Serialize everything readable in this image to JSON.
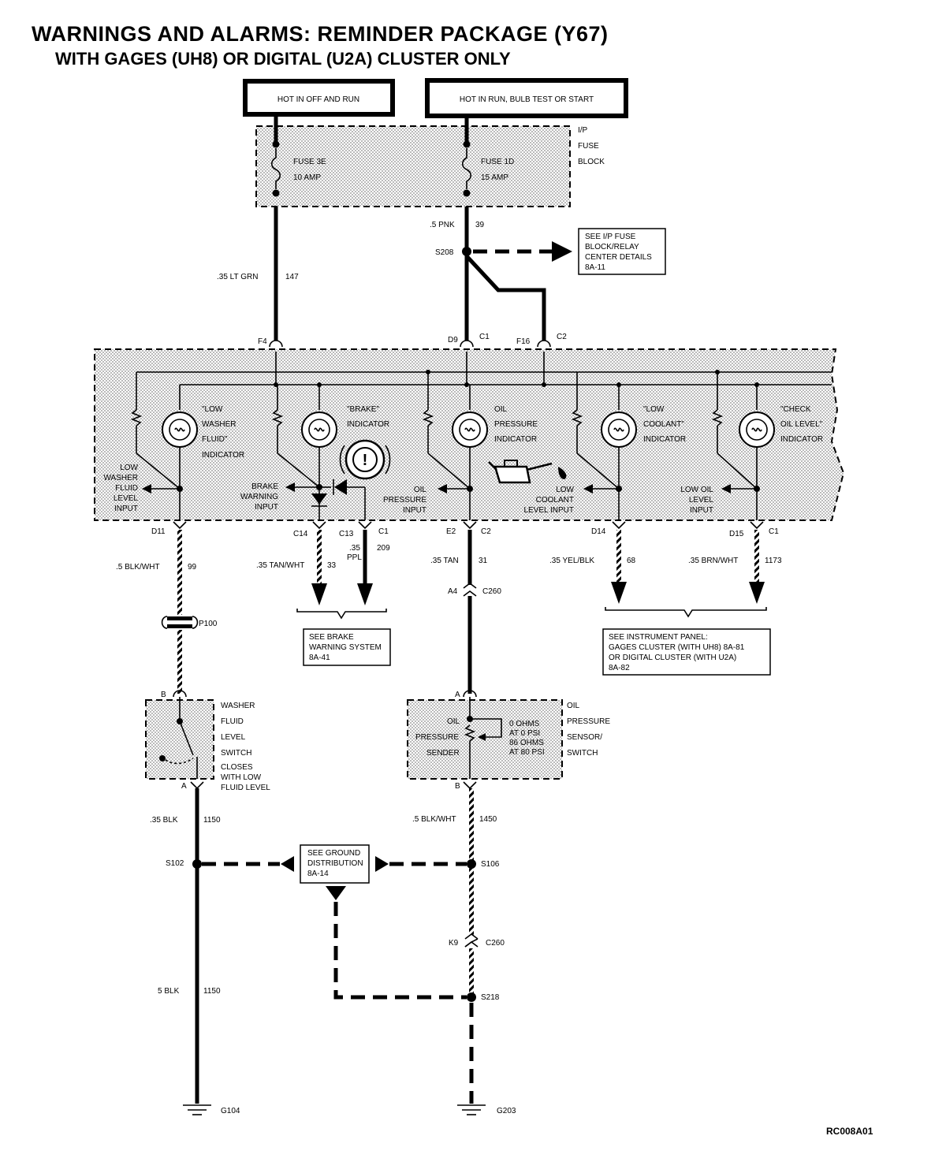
{
  "title": "WARNINGS AND ALARMS: REMINDER PACKAGE (Y67)",
  "subtitle": "WITH GAGES (UH8) OR DIGITAL (U2A) CLUSTER ONLY",
  "drawing_code": "RC008A01",
  "power": {
    "hot_off_run": "HOT IN OFF AND RUN",
    "hot_run_bulb": "HOT IN RUN, BULB TEST OR START"
  },
  "fuse_block": {
    "label_1": "I/P",
    "label_2": "FUSE",
    "label_3": "BLOCK",
    "fuse_a_name": "FUSE 3E",
    "fuse_a_rating": "10 AMP",
    "fuse_b_name": "FUSE 1D",
    "fuse_b_rating": "15 AMP"
  },
  "wires": {
    "w147_gauge": ".35 LT GRN",
    "w147_circuit": "147",
    "w39_gauge": ".5 PNK",
    "w39_circuit": "39",
    "w99_gauge": ".5 BLK/WHT",
    "w99_circuit": "99",
    "w33_gauge": ".35 TAN/WHT",
    "w33_circuit": "33",
    "w209_gauge_1": ".35",
    "w209_gauge_2": "PPL",
    "w209_circuit": "209",
    "w31_gauge": ".35 TAN",
    "w31_circuit": "31",
    "w68_gauge": ".35 YEL/BLK",
    "w68_circuit": "68",
    "w1173_gauge": ".35 BRN/WHT",
    "w1173_circuit": "1173",
    "w1150a_gauge": ".35 BLK",
    "w1150a_circuit": "1150",
    "w1150b_gauge": "5 BLK",
    "w1150b_circuit": "1150",
    "w1450_gauge": ".5 BLK/WHT",
    "w1450_circuit": "1450"
  },
  "splices": {
    "s208": "S208",
    "s102": "S102",
    "s106": "S106",
    "s218": "S218"
  },
  "connectors": {
    "f4": "F4",
    "d9": "D9",
    "c1_top": "C1",
    "f16": "F16",
    "c2_top": "C2",
    "d11": "D11",
    "c14": "C14",
    "c13": "C13",
    "c1_brake": "C1",
    "e2": "E2",
    "c2_oil": "C2",
    "d14": "D14",
    "d15": "D15",
    "c1_right": "C1",
    "a4": "A4",
    "c260_a": "C260",
    "p100": "P100",
    "k9": "K9",
    "c260_b": "C260",
    "washer_b": "B",
    "washer_a": "A",
    "oil_a": "A",
    "oil_b": "B"
  },
  "grounds": {
    "g104": "G104",
    "g203": "G203"
  },
  "notes": {
    "fuse_details": [
      "SEE I/P FUSE",
      "BLOCK/RELAY",
      "CENTER DETAILS",
      "8A-11"
    ],
    "brake_system": [
      "SEE BRAKE",
      "WARNING SYSTEM",
      "8A-41"
    ],
    "instrument_panel": [
      "SEE INSTRUMENT PANEL:",
      "GAGES CLUSTER (WITH UH8) 8A-81",
      "OR DIGITAL CLUSTER (WITH U2A)",
      "8A-82"
    ],
    "ground_distribution": [
      "SEE GROUND",
      "DISTRIBUTION",
      "8A-14"
    ]
  },
  "indicators": {
    "washer": [
      "\"LOW",
      "WASHER",
      "FLUID\"",
      "INDICATOR"
    ],
    "brake": [
      "\"BRAKE\"",
      "INDICATOR"
    ],
    "oil": [
      "OIL",
      "PRESSURE",
      "INDICATOR"
    ],
    "coolant": [
      "\"LOW",
      "COOLANT\"",
      "INDICATOR"
    ],
    "oil_level": [
      "\"CHECK",
      "OIL LEVEL\"",
      "INDICATOR"
    ],
    "brake_symbol": "!"
  },
  "inputs": {
    "washer": [
      "LOW",
      "WASHER",
      "FLUID",
      "LEVEL",
      "INPUT"
    ],
    "brake": [
      "BRAKE",
      "WARNING",
      "INPUT"
    ],
    "oil": [
      "OIL",
      "PRESSURE",
      "INPUT"
    ],
    "coolant": [
      "LOW",
      "COOLANT",
      "LEVEL INPUT"
    ],
    "oil_level": [
      "LOW OIL",
      "LEVEL",
      "INPUT"
    ]
  },
  "washer_switch": {
    "labels": [
      "WASHER",
      "FLUID",
      "LEVEL",
      "SWITCH"
    ],
    "note": [
      "CLOSES",
      "WITH LOW",
      "FLUID LEVEL"
    ]
  },
  "oil_sensor": {
    "labels": [
      "OIL",
      "PRESSURE",
      "SENSOR/",
      "SWITCH"
    ],
    "sender": [
      "OIL",
      "PRESSURE",
      "SENDER"
    ],
    "specs": [
      "0 OHMS",
      "AT 0 PSI",
      "86 OHMS",
      "AT 80 PSI"
    ]
  },
  "colors": {
    "ink": "#000000",
    "paper": "#ffffff",
    "shading": "#bdbdbd"
  }
}
